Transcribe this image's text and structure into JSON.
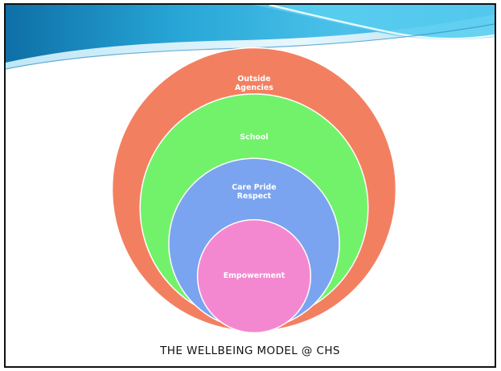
{
  "diagram": {
    "type": "nested-circles",
    "rings": [
      {
        "label": [
          "Outside",
          "Agencies"
        ],
        "color": "#f28060"
      },
      {
        "label": [
          "School"
        ],
        "color": "#72f26a"
      },
      {
        "label": [
          "Care Pride",
          "Respect"
        ],
        "color": "#7aa4f0"
      },
      {
        "label": [
          "Empowerment"
        ],
        "color": "#f488d0"
      }
    ]
  },
  "footer": {
    "title": "THE WELLBEING MODEL @ CHS"
  }
}
